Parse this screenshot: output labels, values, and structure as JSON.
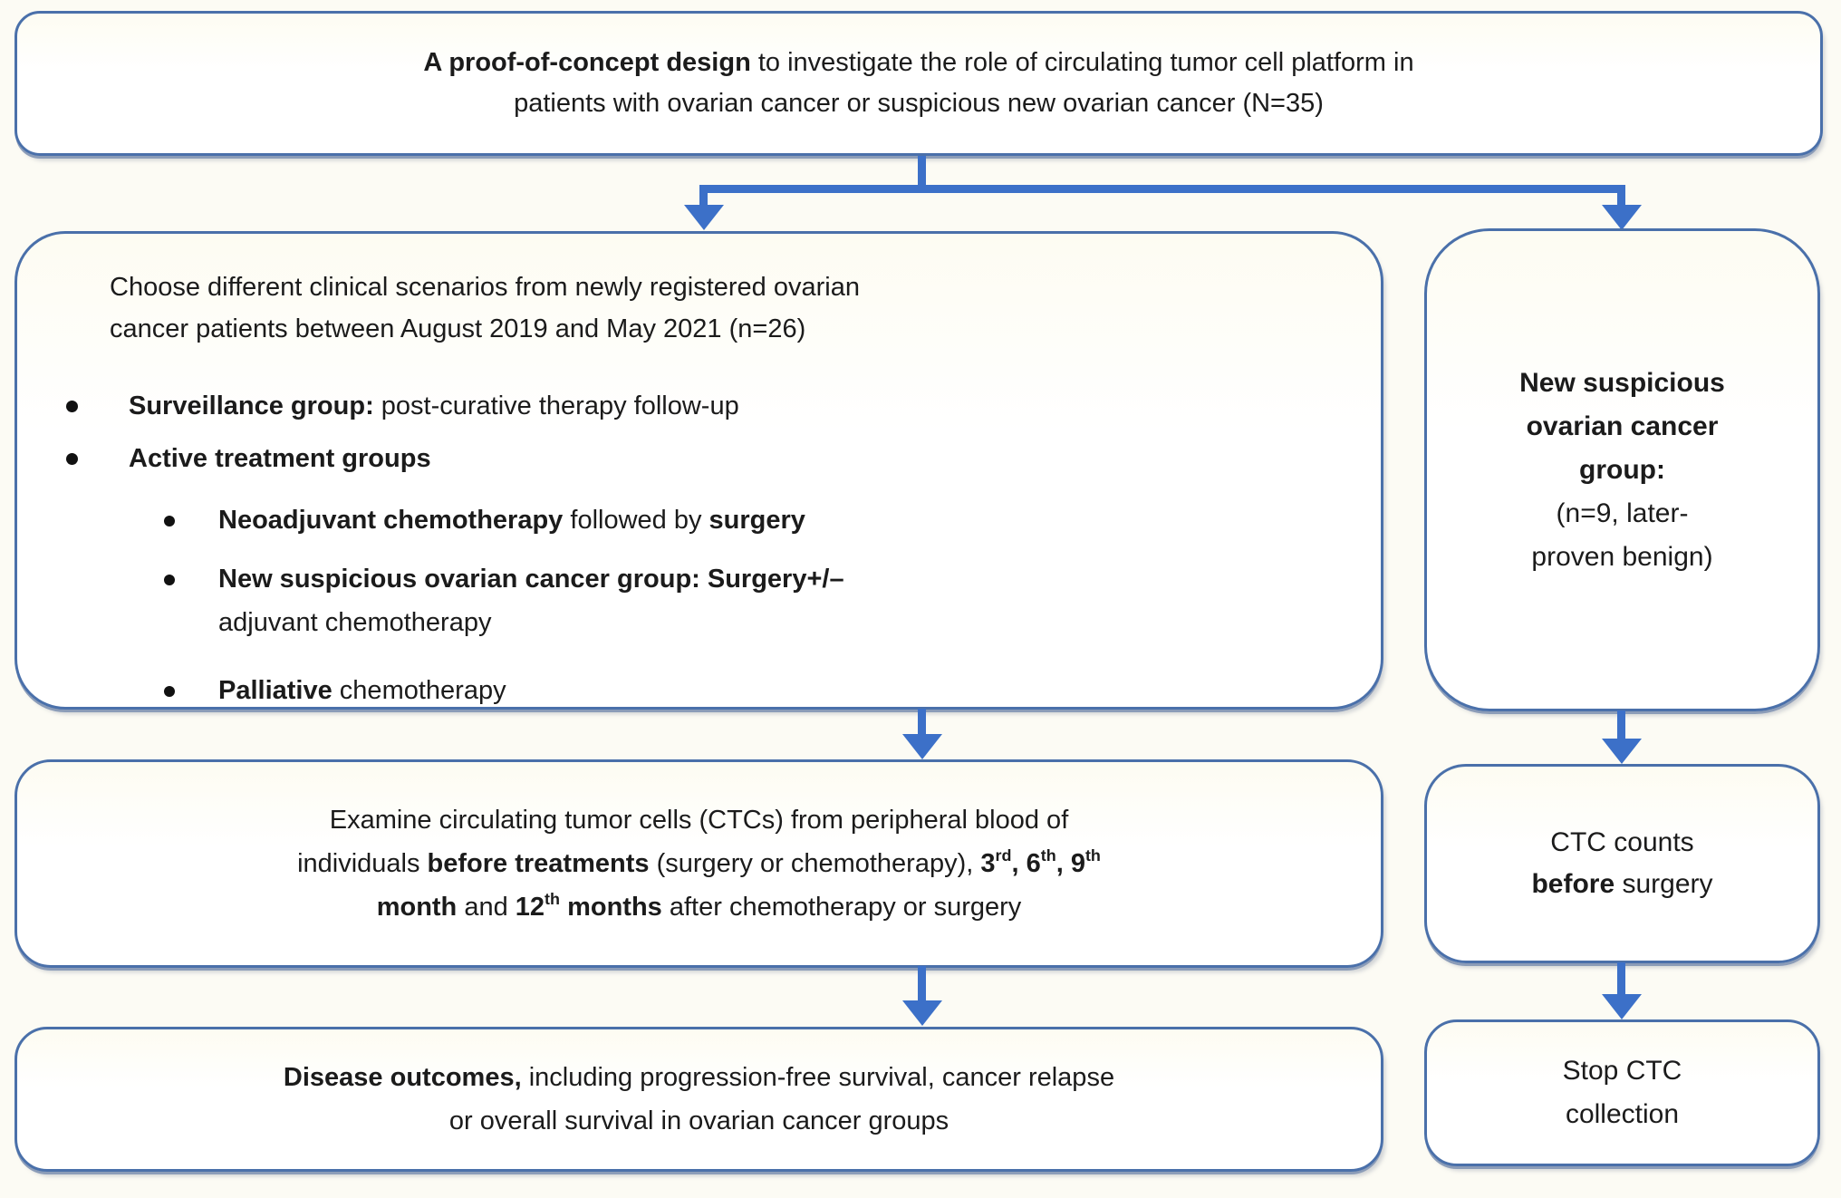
{
  "colors": {
    "page_bg": "#fcfbf4",
    "box_border": "#4a70aa",
    "box_shadow": "#8b9cb8",
    "arrow": "#3c70c8",
    "text": "#1b1b1b"
  },
  "boxes": {
    "top": {
      "lines": [
        [
          {
            "t": "A proof-of-concept design",
            "b": true
          },
          {
            "t": " to investigate the role of circulating tumor cell platform in"
          }
        ],
        [
          {
            "t": "patients with ovarian cancer or suspicious new ovarian cancer (N=35)"
          }
        ]
      ]
    },
    "scenarios": {
      "intro": [
        [
          {
            "t": "Choose different clinical scenarios from newly registered ovarian"
          }
        ],
        [
          {
            "t": "cancer patients between August 2019 and May 2021 (n=26)"
          }
        ]
      ],
      "bullets": [
        {
          "level": 1,
          "lines": [
            [
              {
                "t": "Surveillance group:",
                "b": true
              },
              {
                "t": " post-curative therapy follow-up"
              }
            ]
          ]
        },
        {
          "level": 1,
          "lines": [
            [
              {
                "t": "Active treatment groups",
                "b": true
              }
            ]
          ]
        },
        {
          "level": 2,
          "lines": [
            [
              {
                "t": "Neoadjuvant chemotherapy",
                "b": true
              },
              {
                "t": " followed by "
              },
              {
                "t": "surgery",
                "b": true
              }
            ]
          ]
        },
        {
          "level": 2,
          "lines": [
            [
              {
                "t": "New suspicious ovarian cancer group: Surgery+/–",
                "b": true
              }
            ],
            [
              {
                "t": "adjuvant chemotherapy"
              }
            ]
          ]
        },
        {
          "level": 2,
          "lines": [
            [
              {
                "t": "Palliative",
                "b": true
              },
              {
                "t": " chemotherapy"
              }
            ]
          ]
        }
      ]
    },
    "suspicious": {
      "lines": [
        [
          {
            "t": "New suspicious",
            "b": true
          }
        ],
        [
          {
            "t": "ovarian cancer",
            "b": true
          }
        ],
        [
          {
            "t": "group:",
            "b": true
          }
        ],
        [
          {
            "t": "(n=9, later-"
          }
        ],
        [
          {
            "t": "proven benign)"
          }
        ]
      ]
    },
    "examine": {
      "lines": [
        [
          {
            "t": "Examine circulating tumor cells (CTCs) from peripheral blood of"
          }
        ],
        [
          {
            "t": "individuals "
          },
          {
            "t": "before treatments",
            "b": true
          },
          {
            "t": " (surgery or chemotherapy), "
          },
          {
            "t": "3",
            "b": true
          },
          {
            "t": "rd",
            "b": true,
            "sup": true
          },
          {
            "t": ", 6",
            "b": true
          },
          {
            "t": "th",
            "b": true,
            "sup": true
          },
          {
            "t": ", 9",
            "b": true
          },
          {
            "t": "th",
            "b": true,
            "sup": true
          }
        ],
        [
          {
            "t": "month",
            "b": true
          },
          {
            "t": " and "
          },
          {
            "t": "12",
            "b": true
          },
          {
            "t": "th",
            "b": true,
            "sup": true
          },
          {
            "t": " months",
            "b": true
          },
          {
            "t": " after chemotherapy or surgery"
          }
        ]
      ]
    },
    "outcomes": {
      "lines": [
        [
          {
            "t": "Disease outcomes,",
            "b": true
          },
          {
            "t": " including progression-free survival, cancer relapse"
          }
        ],
        [
          {
            "t": "or overall survival in ovarian cancer groups"
          }
        ]
      ]
    },
    "ctc_counts": {
      "lines": [
        [
          {
            "t": "CTC counts"
          }
        ],
        [
          {
            "t": "before",
            "b": true
          },
          {
            "t": " surgery"
          }
        ]
      ]
    },
    "stop": {
      "lines": [
        [
          {
            "t": "Stop CTC"
          }
        ],
        [
          {
            "t": "collection"
          }
        ]
      ]
    }
  }
}
